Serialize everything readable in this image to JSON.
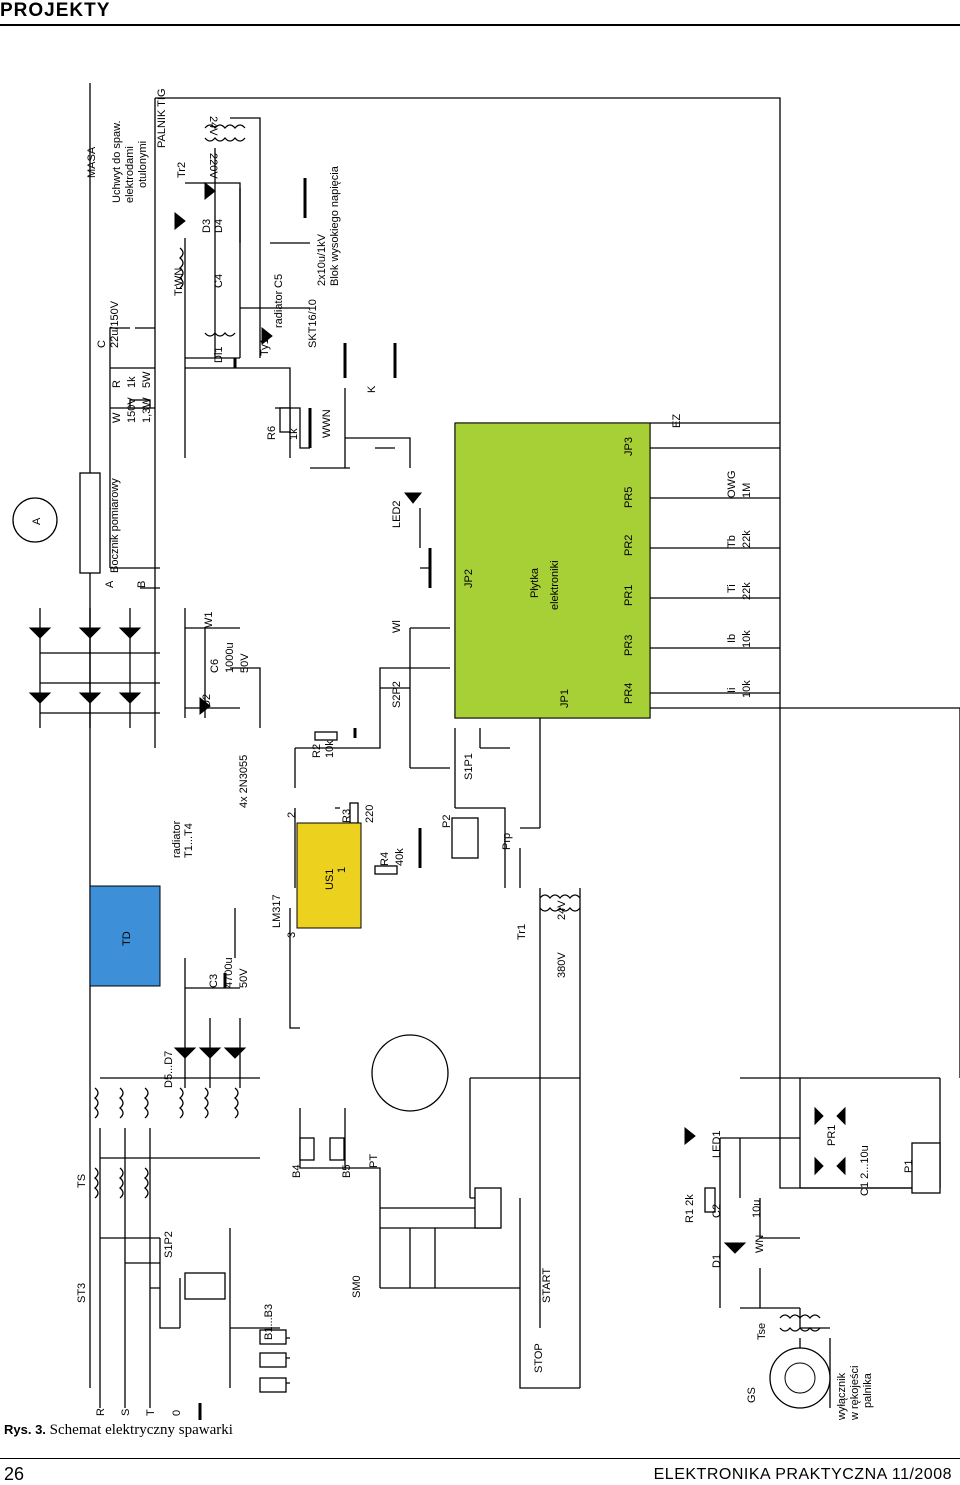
{
  "header": {
    "section": "PROJEKTY"
  },
  "caption": {
    "label": "Rys. 3.",
    "text": "Schemat elektryczny spawarki"
  },
  "footer": {
    "page_number": "26",
    "magazine": "ELEKTRONIKA PRAKTYCZNA 11/2008"
  },
  "colors": {
    "td_block": "#3d8fd8",
    "us1_block": "#ecd21e",
    "board": "#a7cf36",
    "line": "#000000"
  },
  "labels": [
    {
      "id": "masa",
      "text": "MASA"
    },
    {
      "id": "uchwyt1",
      "text": "Uchwyt do spaw."
    },
    {
      "id": "uchwyt2",
      "text": "elektrodami"
    },
    {
      "id": "uchwyt3",
      "text": "otulonymi"
    },
    {
      "id": "palnik",
      "text": "PALNIK TIG"
    },
    {
      "id": "tr2",
      "text": "Tr2"
    },
    {
      "id": "v24",
      "text": "24V"
    },
    {
      "id": "v220",
      "text": "220V"
    },
    {
      "id": "c",
      "text": "C"
    },
    {
      "id": "c_val",
      "text": "22u/150V"
    },
    {
      "id": "r",
      "text": "R"
    },
    {
      "id": "r_val1",
      "text": "1k"
    },
    {
      "id": "r_val2",
      "text": "5W"
    },
    {
      "id": "w",
      "text": "W"
    },
    {
      "id": "w_val1",
      "text": "150V"
    },
    {
      "id": "w_val2",
      "text": "1,3W"
    },
    {
      "id": "trwn",
      "text": "TrWN"
    },
    {
      "id": "d3",
      "text": "D3"
    },
    {
      "id": "d4",
      "text": "D4"
    },
    {
      "id": "c4",
      "text": "C4"
    },
    {
      "id": "c5",
      "text": "C5"
    },
    {
      "id": "dl1",
      "text": "Dl1"
    },
    {
      "id": "ty1",
      "text": "Ty1"
    },
    {
      "id": "ty1_rad",
      "text": "radiator"
    },
    {
      "id": "skt",
      "text": "SKT16/10"
    },
    {
      "id": "blok1",
      "text": "2x10u/1kV"
    },
    {
      "id": "blok2",
      "text": "Blok wysokiego napięcia"
    },
    {
      "id": "r6",
      "text": "R6"
    },
    {
      "id": "r6_val",
      "text": "1k"
    },
    {
      "id": "wwn",
      "text": "WWN"
    },
    {
      "id": "k",
      "text": "K"
    },
    {
      "id": "bocznik",
      "text": "Bocznik pomiarowy"
    },
    {
      "id": "ammeter",
      "text": "A"
    },
    {
      "id": "ta",
      "text": "A"
    },
    {
      "id": "tb",
      "text": "B"
    },
    {
      "id": "led2",
      "text": "LED2"
    },
    {
      "id": "ez",
      "text": "EZ"
    },
    {
      "id": "jp3",
      "text": "JP3"
    },
    {
      "id": "jp2",
      "text": "JP2"
    },
    {
      "id": "jp1",
      "text": "JP1"
    },
    {
      "id": "plytka1",
      "text": "Płytka"
    },
    {
      "id": "plytka2",
      "text": "elektroniki"
    },
    {
      "id": "pr5",
      "text": "PR5"
    },
    {
      "id": "pr2",
      "text": "PR2"
    },
    {
      "id": "pr1",
      "text": "PR1"
    },
    {
      "id": "pr3",
      "text": "PR3"
    },
    {
      "id": "pr4",
      "text": "PR4"
    },
    {
      "id": "owg",
      "text": "OWG"
    },
    {
      "id": "owg_val",
      "text": "1M"
    },
    {
      "id": "tb_pot",
      "text": "Tb"
    },
    {
      "id": "tb_val",
      "text": "22k"
    },
    {
      "id": "ti",
      "text": "Ti"
    },
    {
      "id": "ti_val",
      "text": "22k"
    },
    {
      "id": "ib",
      "text": "Ib"
    },
    {
      "id": "ib_val",
      "text": "10k"
    },
    {
      "id": "ii",
      "text": "Ii"
    },
    {
      "id": "ii_val",
      "text": "10k"
    },
    {
      "id": "wl",
      "text": "Wl"
    },
    {
      "id": "s2p2",
      "text": "S2P2"
    },
    {
      "id": "w1",
      "text": "W1"
    },
    {
      "id": "c6",
      "text": "C6"
    },
    {
      "id": "c6_val1",
      "text": "1000u"
    },
    {
      "id": "c6_val2",
      "text": "50V"
    },
    {
      "id": "d2",
      "text": "D2"
    },
    {
      "id": "rad_t",
      "text": "radiator"
    },
    {
      "id": "t1t4",
      "text": "T1...T4"
    },
    {
      "id": "n3055",
      "text": "4x 2N3055"
    },
    {
      "id": "r2",
      "text": "R2"
    },
    {
      "id": "r2_val",
      "text": "10k"
    },
    {
      "id": "r3",
      "text": "R3"
    },
    {
      "id": "r3_val",
      "text": "220"
    },
    {
      "id": "r4",
      "text": "R4"
    },
    {
      "id": "r4_val",
      "text": "40k"
    },
    {
      "id": "pin2",
      "text": "2"
    },
    {
      "id": "pin1",
      "text": "1"
    },
    {
      "id": "pin3",
      "text": "3"
    },
    {
      "id": "lm317",
      "text": "LM317"
    },
    {
      "id": "us1",
      "text": "US1"
    },
    {
      "id": "s1p1",
      "text": "S1P1"
    },
    {
      "id": "p2",
      "text": "P2"
    },
    {
      "id": "prp",
      "text": "Prp"
    },
    {
      "id": "tr1",
      "text": "Tr1"
    },
    {
      "id": "v24b",
      "text": "24V"
    },
    {
      "id": "v380",
      "text": "380V"
    },
    {
      "id": "td",
      "text": "TD"
    },
    {
      "id": "c3",
      "text": "C3"
    },
    {
      "id": "c3_val1",
      "text": "4700u"
    },
    {
      "id": "c3_val2",
      "text": "50V"
    },
    {
      "id": "d5d7",
      "text": "D5...D7"
    },
    {
      "id": "ts",
      "text": "TS"
    },
    {
      "id": "b4",
      "text": "B4"
    },
    {
      "id": "b5",
      "text": "B5"
    },
    {
      "id": "pt",
      "text": "PT"
    },
    {
      "id": "st3",
      "text": "ST3"
    },
    {
      "id": "s1p2",
      "text": "S1P2"
    },
    {
      "id": "sm0",
      "text": "SM0"
    },
    {
      "id": "start",
      "text": "START"
    },
    {
      "id": "stop",
      "text": "STOP"
    },
    {
      "id": "b1b3",
      "text": "B1...B3"
    },
    {
      "id": "lr",
      "text": "R"
    },
    {
      "id": "ls",
      "text": "S"
    },
    {
      "id": "lt",
      "text": "T"
    },
    {
      "id": "l0",
      "text": "0"
    },
    {
      "id": "led1",
      "text": "LED1"
    },
    {
      "id": "r1",
      "text": "R1 2k"
    },
    {
      "id": "c2",
      "text": "C2"
    },
    {
      "id": "c2_val",
      "text": "10u"
    },
    {
      "id": "d1",
      "text": "D1"
    },
    {
      "id": "wn",
      "text": "WN"
    },
    {
      "id": "pr1b",
      "text": "PR1"
    },
    {
      "id": "c1",
      "text": "C1 2...10u"
    },
    {
      "id": "p1",
      "text": "P1"
    },
    {
      "id": "tse",
      "text": "Tse"
    },
    {
      "id": "gs",
      "text": "GS"
    },
    {
      "id": "wyl1",
      "text": "wyłącznik"
    },
    {
      "id": "wyl2",
      "text": "w rękojeści"
    },
    {
      "id": "wyl3",
      "text": "palnika"
    }
  ]
}
